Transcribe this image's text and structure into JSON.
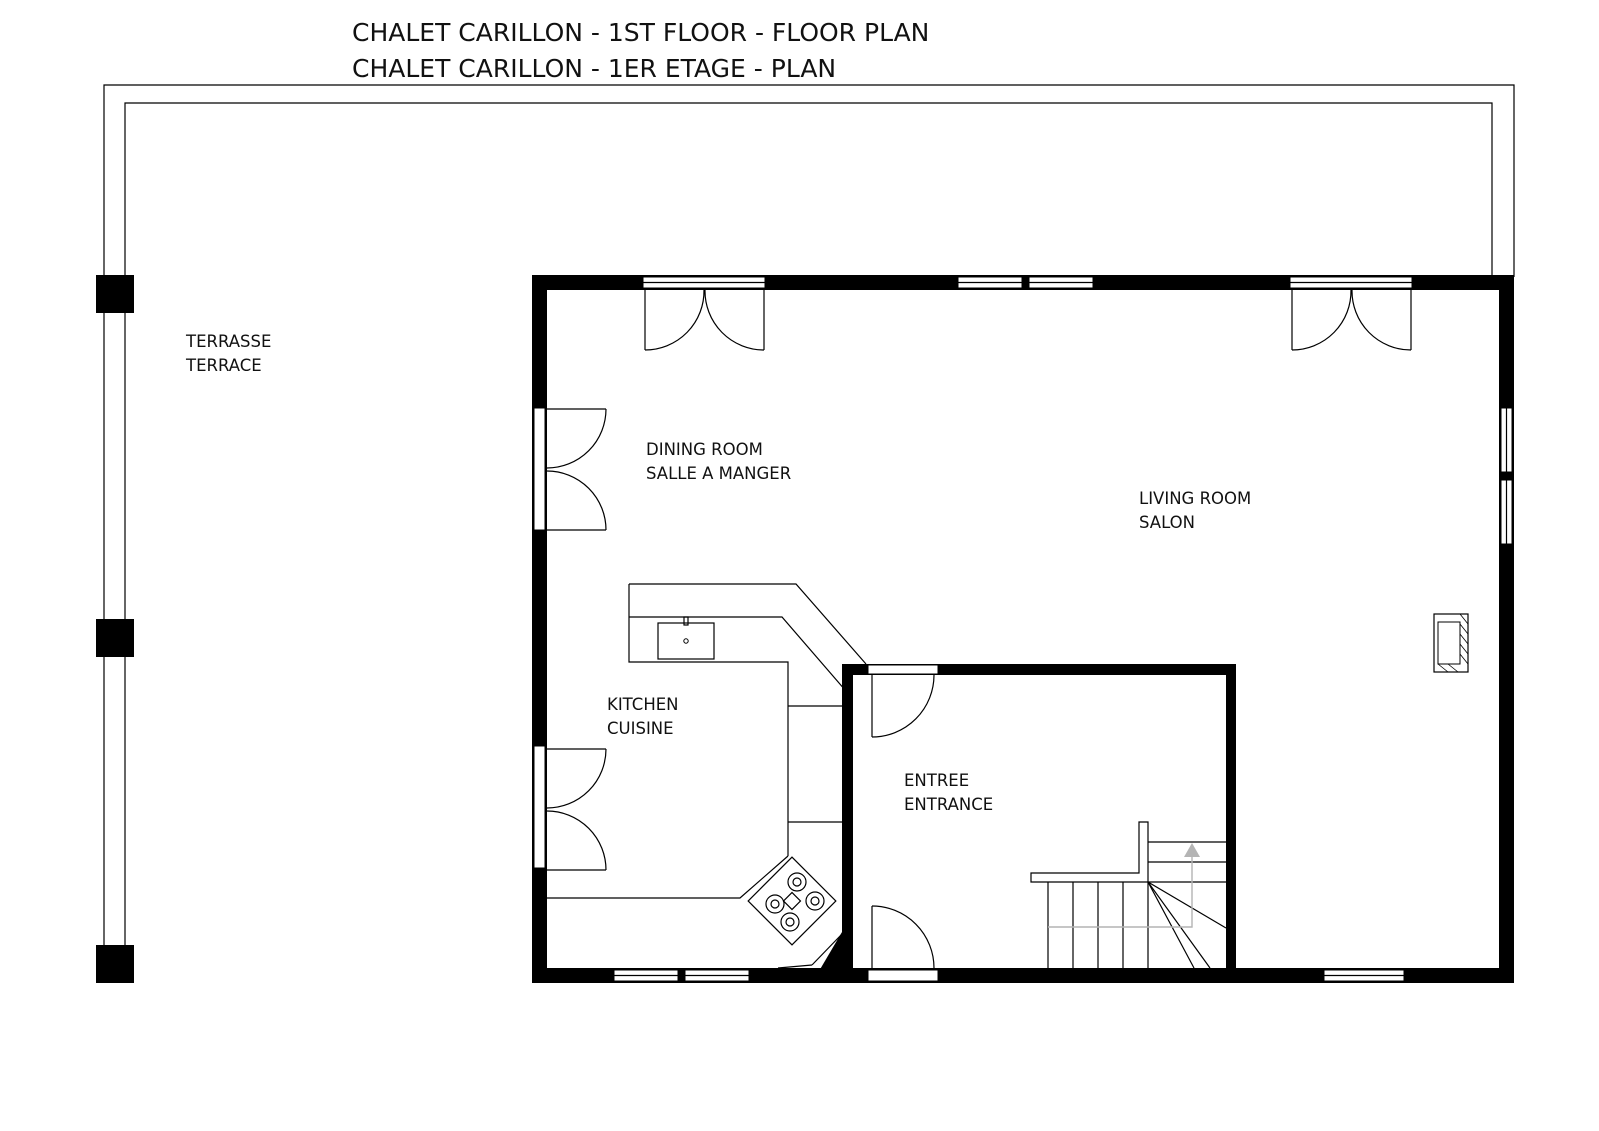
{
  "title": {
    "line1": "CHALET CARILLON - 1ST FLOOR - FLOOR PLAN",
    "line2": "CHALET CARILLON - 1ER ETAGE - PLAN"
  },
  "rooms": {
    "terrace": {
      "line1": "TERRASSE",
      "line2": "TERRACE"
    },
    "dining": {
      "line1": "DINING ROOM",
      "line2": "SALLE A MANGER"
    },
    "living": {
      "line1": "LIVING ROOM",
      "line2": "SALON"
    },
    "kitchen": {
      "line1": "KITCHEN",
      "line2": "CUISINE"
    },
    "entrance": {
      "line1": "ENTREE",
      "line2": "ENTRANCE"
    }
  },
  "colors": {
    "wall": "#000000",
    "background": "#ffffff",
    "stair_arrow": "#b4b4b4"
  }
}
